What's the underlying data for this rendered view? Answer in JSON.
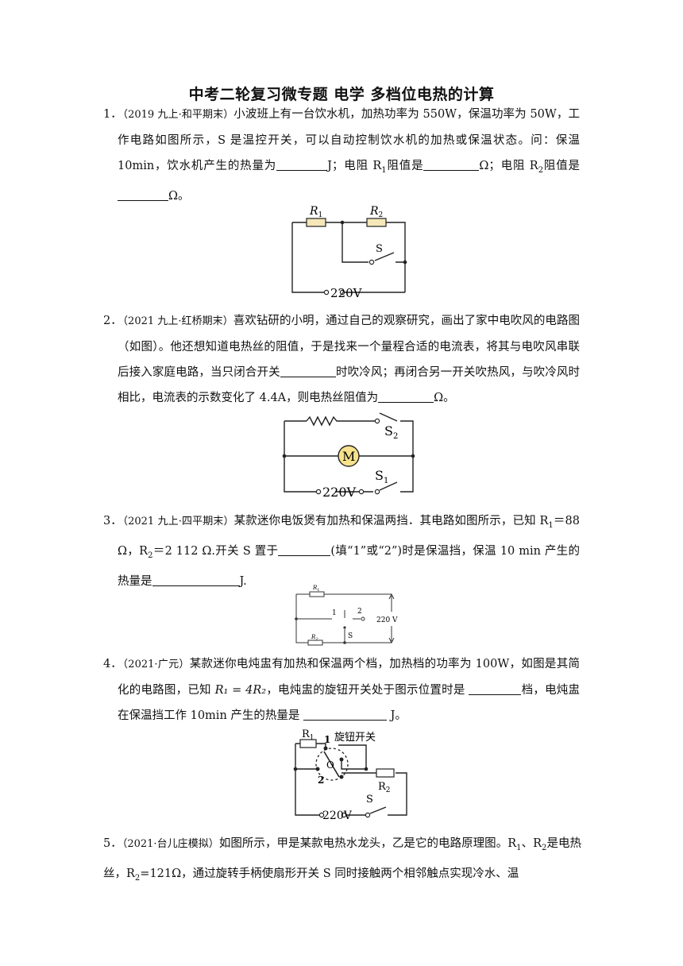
{
  "title": "中考二轮复习微专题 电学 多档位电热的计算",
  "questions": [
    {
      "num": "1．",
      "source": "（2019 九上·和平期末）",
      "t1": "小波班上有一台饮水机，加热功率为 550W，保温功率为 50W，工作电路如图所示，S 是温控开关，可以自动控制饮水机的加热或保温状态。问：保温 10min，饮水机产生的热量为",
      "t2": "J；电阻 R",
      "t3": "阻值是",
      "t4": "Ω；电阻 R",
      "t5": "阻值是",
      "t6": "Ω。",
      "sub1": "1",
      "sub2": "2",
      "fig": {
        "r1": "R",
        "r1sub": "1",
        "r2": "R",
        "r2sub": "2",
        "s": "S",
        "v": "220V"
      }
    },
    {
      "num": "2．",
      "source": "（2021 九上·红桥期末）",
      "t1": "喜欢钻研的小明，通过自己的观察研究，画出了家中电吹风的电路图（如图）。他还想知道电热丝的阻值，于是找来一个量程合适的电流表，将其与电吹风串联后接入家庭电路，当只闭合开关",
      "t2": "时吹冷风；再闭合另一开关吹热风，与吹冷风时相比，电流表的示数变化了 4.4A，则电热丝阻值为",
      "t3": "Ω。",
      "fig": {
        "s2": "S",
        "s2sub": "2",
        "m": "M",
        "s1": "S",
        "s1sub": "1",
        "v": "220V"
      }
    },
    {
      "num": "3．",
      "source": "（2021 九上·四平期末）",
      "t1": "某款迷你电饭煲有加热和保温两挡．其电路如图所示，已知 R",
      "t2": "＝88 Ω，R",
      "t3": "＝2 112 Ω.开关 S 置于",
      "t4": "(填“1”或“2”)时是保温挡，保温 10 min 产生的热量是",
      "t5": "J.",
      "sub1": "1",
      "sub2": "2",
      "fig": {
        "r1": "R",
        "r1sub": "1",
        "r2": "R",
        "r2sub": "2",
        "p1": "1",
        "p2": "2",
        "s": "S",
        "v": "220  V"
      }
    },
    {
      "num": "4．",
      "source": "（2021·广元）",
      "t1": "某款迷你电炖盅有加热和保温两个档，加热档的功率为 100W，如图是其简化的电路图，已知",
      "math": "R₁ = 4R₂",
      "t2": "，电炖盅的旋钮开关处于图示位置时是",
      "t3": "档，电炖盅在保温挡工作 10min 产生的热量是",
      "t4": "J。",
      "fig": {
        "r1": "R",
        "r1sub": "1",
        "knob": "旋钮开关",
        "p1": "1",
        "o": "O",
        "p2": "2",
        "r2": "R",
        "r2sub": "2",
        "s": "S",
        "v": "220V"
      }
    },
    {
      "num": "5．",
      "source": "（2021·台儿庄模拟）",
      "t1": "如图所示，甲是某款电热水龙头，乙是它的电路原理图。R",
      "t2": "、R",
      "t3": "是电热丝，R",
      "t4": "=121Ω，通过旋转手柄使扇形开关 S 同时接触两个相邻触点实现冷水、温",
      "sub1": "1",
      "sub2": "2"
    }
  ]
}
